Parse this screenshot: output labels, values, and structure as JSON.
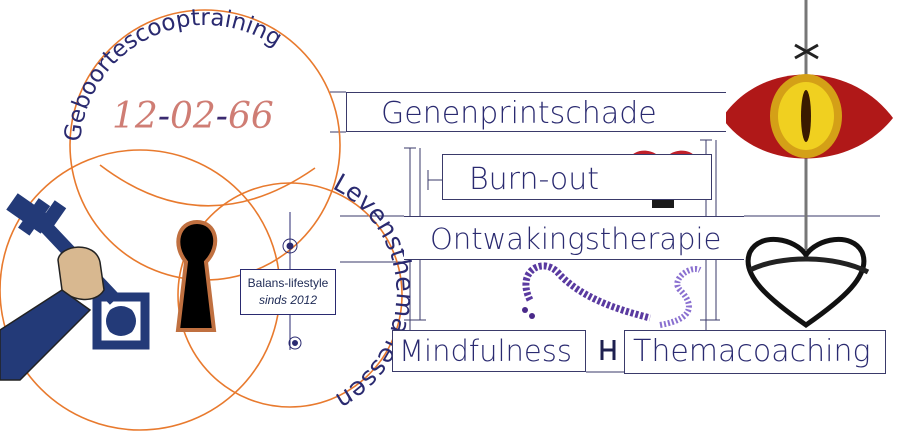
{
  "venn": {
    "top_arc_text": "Geboortescooptraining",
    "right_arc_text": "Levensthema lessen",
    "date": {
      "day": "12",
      "month": "02",
      "year": "66",
      "sep": "-"
    },
    "balans_line1": "Balans-lifestyle",
    "balans_line2": "sinds 2012"
  },
  "boxes": {
    "genenprintschade": "Genenprintschade",
    "burnout": "Burn-out",
    "ontwakingstherapie": "Ontwakingstherapie",
    "mindfulness": "Mindfulness",
    "themacoaching": "Themacoaching"
  },
  "icons": [
    "key-in-hand-icon",
    "keyhole-icon",
    "locked-heart-icon",
    "red-eye-icon",
    "thorn-heart-icon",
    "rosary-icon",
    "spring-icon"
  ],
  "colors": {
    "circle_stroke": "#e87a2e",
    "text_navy": "#2a2a70",
    "date_pink": "#cf7d74",
    "date_sep": "#3a2a70",
    "heart_red": "#c0202a",
    "eye_red": "#b01818",
    "key_navy": "#233a78"
  }
}
